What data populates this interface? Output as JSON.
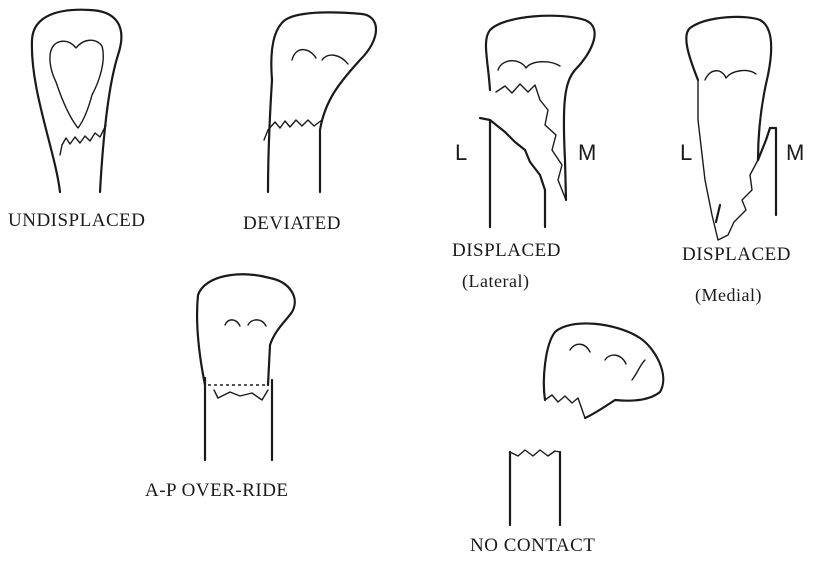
{
  "labels": {
    "undisplaced": "UNDISPLACED",
    "deviated": "DEVIATED",
    "displaced_lateral": "DISPLACED",
    "displaced_lateral_sub": "(Lateral)",
    "displaced_medial": "DISPLACED",
    "displaced_medial_sub": "(Medial)",
    "ap_override": "A-P OVER-RIDE",
    "no_contact": "NO CONTACT"
  },
  "markers": {
    "lateral": "L",
    "medial": "M"
  }
}
